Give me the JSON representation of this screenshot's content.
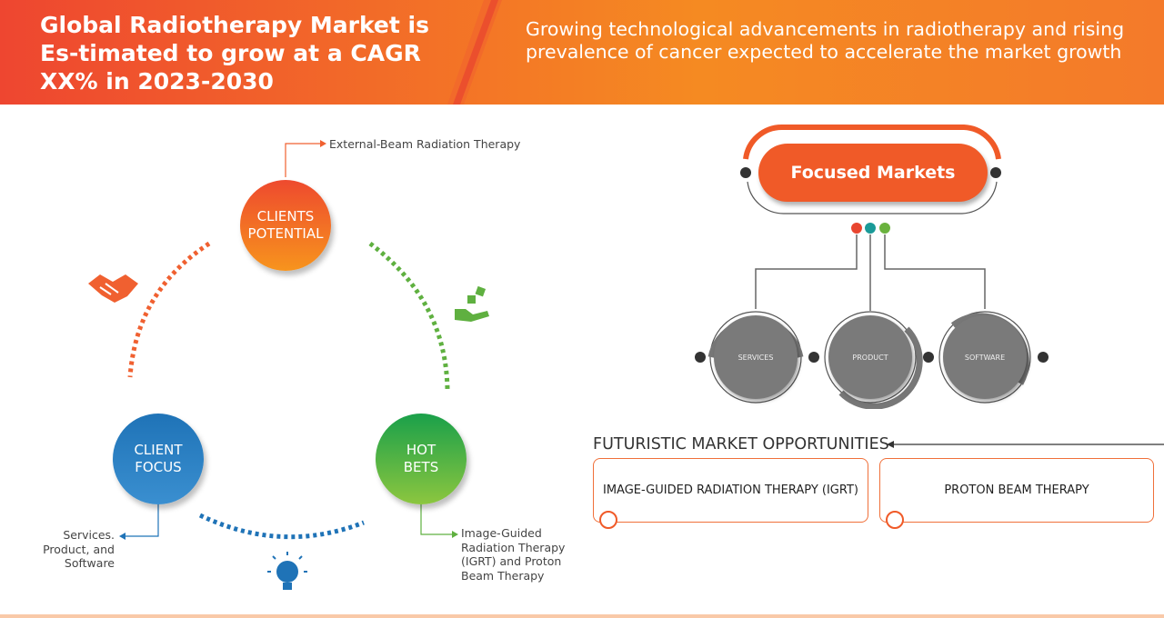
{
  "header": {
    "title": "Global Radiotherapy Market is Es-timated to grow at a CAGR XX% in 2023-2030",
    "subtitle": "Growing technological advancements in radiotherapy and rising prevalence of cancer expected to accelerate the market growth"
  },
  "cycle": {
    "clients_potential": {
      "label": "CLIENTS POTENTIAL",
      "note": "External-Beam Radiation Therapy"
    },
    "client_focus": {
      "label": "CLIENT FOCUS",
      "note": "Services. Product, and Software"
    },
    "hot_bets": {
      "label": "HOT BETS",
      "note": "Image-Guided Radiation Therapy (IGRT) and Proton Beam Therapy"
    },
    "icons": [
      "handshake-icon",
      "hand-dice-icon",
      "lightbulb-icon"
    ]
  },
  "focused": {
    "title": "Focused Markets",
    "items": [
      "SERVICES",
      "PRODUCT",
      "SOFTWARE"
    ],
    "dot_colors": [
      "#e8452f",
      "#1a9a98",
      "#6ab23e"
    ]
  },
  "futuristic": {
    "title": "FUTURISTIC MARKET OPPORTUNITIES",
    "items": [
      "IMAGE-GUIDED RADIATION THERAPY (IGRT)",
      "PROTON BEAM THERAPY"
    ]
  },
  "colors": {
    "accent": "#f05a28",
    "blue": "#1f73b7",
    "green": "#5fb040"
  }
}
